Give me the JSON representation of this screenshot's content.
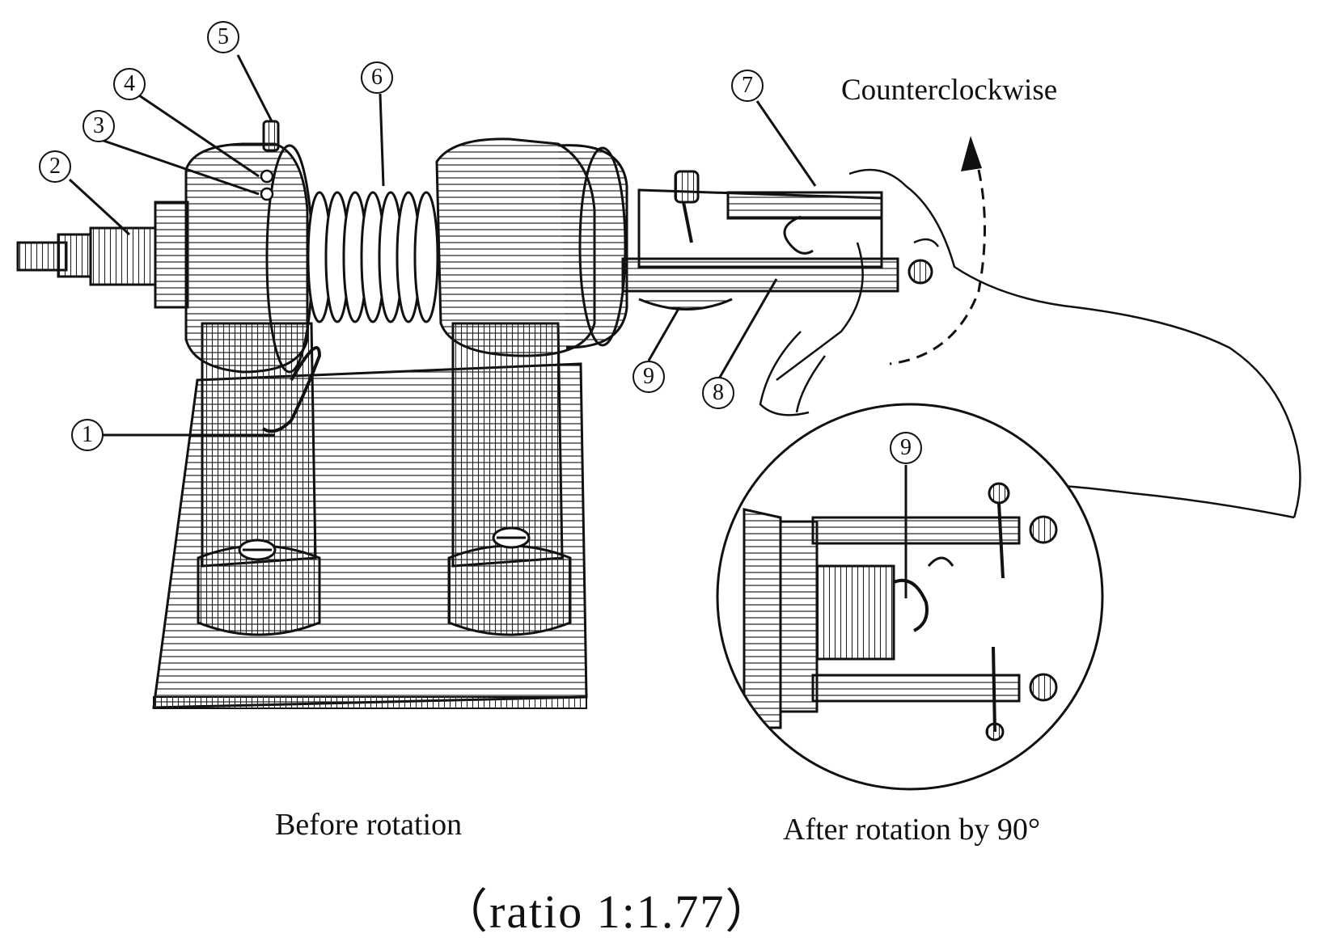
{
  "labels": {
    "direction": "Counterclockwise",
    "before": "Before rotation",
    "after": "After rotation by 90°",
    "ratio": "（ratio  1:1.77）"
  },
  "markers": {
    "m1": "1",
    "m2": "2",
    "m3": "3",
    "m4": "4",
    "m5": "5",
    "m6": "6",
    "m7": "7",
    "m8": "8",
    "m9a": "9",
    "m9b": "9"
  }
}
